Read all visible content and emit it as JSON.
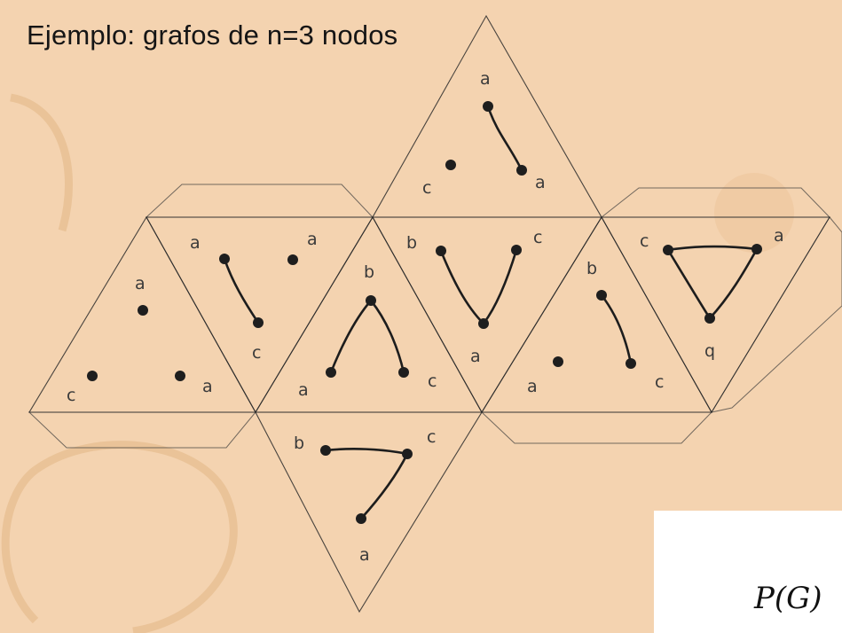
{
  "title": "Ejemplo: grafos de n=3 nodos",
  "formula": "P(G)",
  "labels": {
    "top_a": "a",
    "top_b": "a",
    "top_c": "c",
    "l1_a": "a",
    "l1_b": "a",
    "l1_c": "c",
    "l2_a": "a",
    "l2_b": "a",
    "l2_c": "c",
    "c1_a": "a",
    "c1_b": "b",
    "c1_c": "c",
    "c2_a": "a",
    "c2_b": "b",
    "c2_c": "c",
    "r1_a": "a",
    "r1_b": "b",
    "r1_c": "c",
    "r2_a": "a",
    "r2_b": "q",
    "r2_c": "c",
    "bot_a": "a",
    "bot_b": "b",
    "bot_c": "c"
  },
  "colors": {
    "paper": "#f4d3b0",
    "ink": "#1e1e1e",
    "stain": "#e3b78b"
  }
}
